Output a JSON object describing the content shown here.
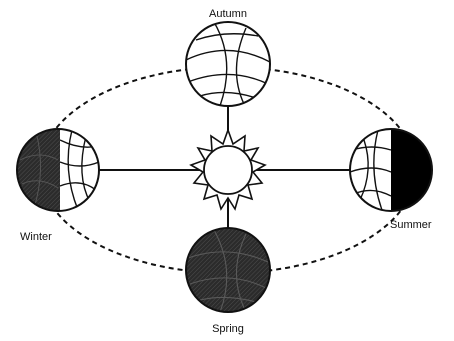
{
  "labels": {
    "autumn": "Autumn",
    "winter": "Winter",
    "summer": "Summer",
    "spring": "Spring"
  },
  "colors": {
    "ink": "#111111",
    "shadow": "#2b2b2b",
    "night": "#000000",
    "paper": "#ffffff"
  }
}
